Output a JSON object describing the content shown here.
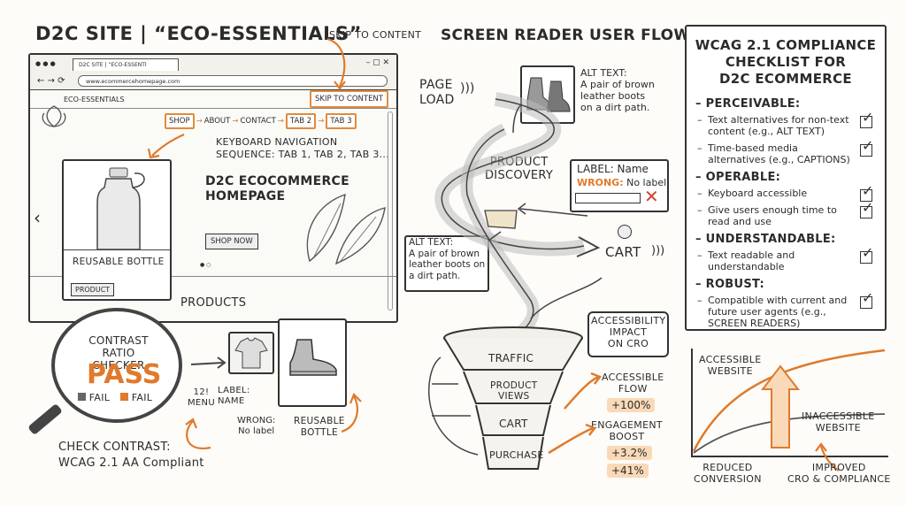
{
  "left": {
    "title": "D2C SITE | “ECO-ESSENTIALS”",
    "skip_callout": "SKIP TO CONTENT",
    "browser": {
      "tab_label": "D2C SITE | “ECO-ESSENTI",
      "url": "www.ecommercehomepage.com",
      "brand": "ECO-ESSENTIALS",
      "skip_button": "SKIP TO CONTENT",
      "nav": [
        "SHOP",
        "ABOUT",
        "CONTACT",
        "TAB 2",
        "TAB 3"
      ],
      "keyboard_note": "KEYBOARD NAVIGATION\nSEQUENCE: TAB 1, TAB 2, TAB 3...",
      "hero_title": "D2C ECOCOMMERCE\nHOMEPAGE",
      "shop_now": "SHOP NOW",
      "products_heading": "PRODUCTS"
    },
    "product_card": {
      "name": "REUSABLE BOTTLE",
      "tag": "PRODUCT"
    },
    "contrast": {
      "title": "CONTRAST RATIO\nCHECKER",
      "result": "PASS",
      "fail1": "FAIL",
      "fail2": "FAIL"
    },
    "check_caption": "CHECK CONTRAST:\nWCAG 2.1 AA Compliant",
    "menu_label": "12!\nMENU",
    "label_name": "LABEL:\nNAME",
    "wrong_label": "WRONG:\nNo label",
    "bottle_caption": "REUSABLE\nBOTTLE"
  },
  "middle": {
    "title": "SCREEN READER USER FLOW",
    "page_load": "PAGE\nLOAD",
    "alt_text_top": "ALT TEXT:\nA pair of brown\nleather boots\non a dirt path.",
    "product_discovery": "PRODUCT\nDISCOVERY",
    "label_box": {
      "label": "LABEL: Name",
      "wrong": "WRONG:",
      "wrong_rest": " No label"
    },
    "alt_text_left": "ALT TEXT:\nA pair of brown\nleather boots on\na dirt path.",
    "cart": "CART",
    "impact": "ACCESSIBILITY\nIMPACT\nON CRO",
    "funnel": [
      "TRAFFIC",
      "PRODUCT\nVIEWS",
      "CART",
      "PURCHASE"
    ],
    "accessible_flow": "ACCESSIBLE\nFLOW",
    "flow_value": "+100%",
    "engagement": "ENGAGEMENT\nBOOST",
    "engagement_values": [
      "+3.2%",
      "+41%"
    ]
  },
  "right": {
    "checklist_title": "WCAG 2.1 COMPLIANCE\nCHECKLIST FOR\nD2C ECOMMERCE",
    "sections": [
      {
        "name": "PERCEIVABLE:",
        "items": [
          "Text alternatives for non-text content (e.g., ALT TEXT)",
          "Time-based media alternatives (e.g., CAPTIONS)"
        ]
      },
      {
        "name": "OPERABLE:",
        "items": [
          "Keyboard accessible",
          "Give users enough time to read and use"
        ]
      },
      {
        "name": "UNDERSTANDABLE:",
        "items": [
          "Text readable and understandable"
        ]
      },
      {
        "name": "ROBUST:",
        "items": [
          "Compatible with current and future user agents (e.g., SCREEN READERS)"
        ]
      }
    ],
    "chart": {
      "accessible": "ACCESSIBLE\nWEBSITE",
      "inaccessible": "INACCESSIBLE\nWEBSITE",
      "reduced": "REDUCED\nCONVERSION",
      "improved": "IMPROVED\nCRO & COMPLIANCE"
    }
  },
  "colors": {
    "accent": "#e07a2c",
    "ink": "#2b2b2b",
    "paper": "#fdfcf9"
  }
}
